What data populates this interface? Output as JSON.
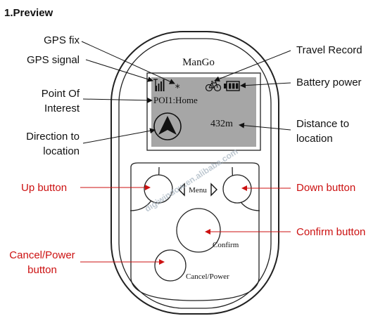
{
  "heading": "1.Preview",
  "device": {
    "brand": "ManGo",
    "screen": {
      "gps_fix_symbol": "*",
      "poi_text": "POI1:Home",
      "distance_text": "432m"
    },
    "menu_label": "Menu",
    "confirm_label": "Confirm",
    "cancel_label": "Cancel/Power"
  },
  "watermark": "digiwindow.en.alibaba.com",
  "labels": {
    "gps_fix": "GPS fix",
    "gps_signal": "GPS signal",
    "poi_line1": "Point Of",
    "poi_line2": "Interest",
    "direction_line1": "Direction to",
    "direction_line2": "location",
    "travel_record": "Travel Record",
    "battery_power": "Battery power",
    "distance_line1": "Distance to",
    "distance_line2": "location",
    "up_button": "Up  button",
    "down_button": "Down button",
    "confirm_button": "Confirm button",
    "cancel_line1": "Cancel/Power",
    "cancel_line2": "button"
  },
  "colors": {
    "text_black": "#111111",
    "text_red": "#cc1111",
    "screen_fill": "#a6a6a6",
    "outline": "#222222"
  }
}
